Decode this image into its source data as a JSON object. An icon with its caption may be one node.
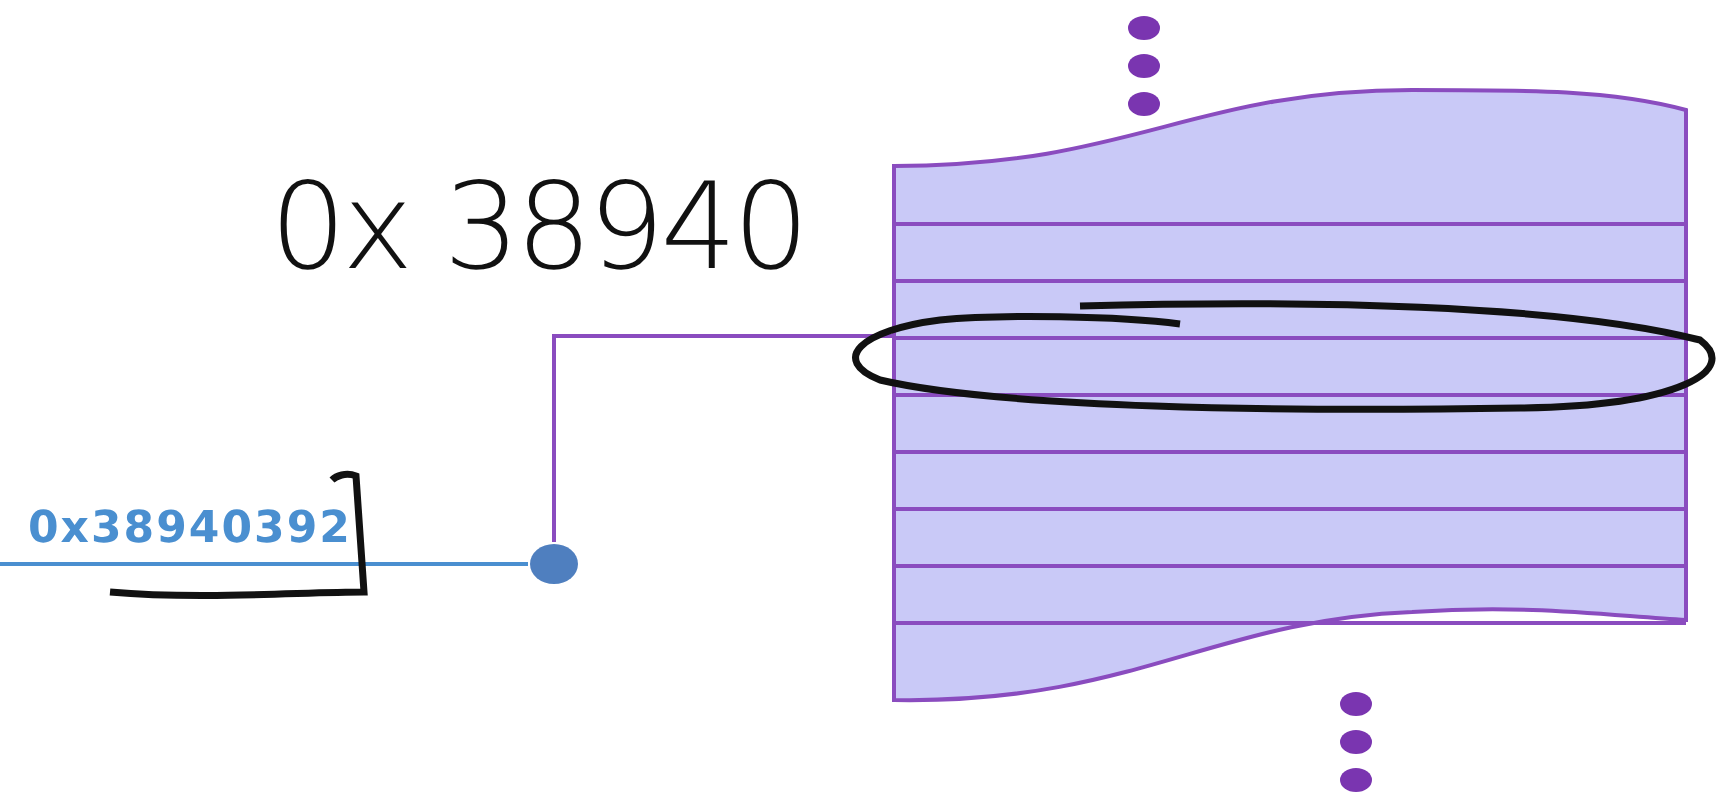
{
  "diagram": {
    "nodes": [
      {
        "text": [],
        "shape": "circle"
      },
      {
        "text": [],
        "shape": "box"
      }
    ],
    "edges": [
      {
        "from": null,
        "to": 0,
        "arrow": "none",
        "label": "0x38940392",
        "color": "#4a8fd0"
      },
      {
        "from": 0,
        "to": 1,
        "arrow": "none"
      }
    ],
    "labels": [
      "0x 38940"
    ]
  }
}
